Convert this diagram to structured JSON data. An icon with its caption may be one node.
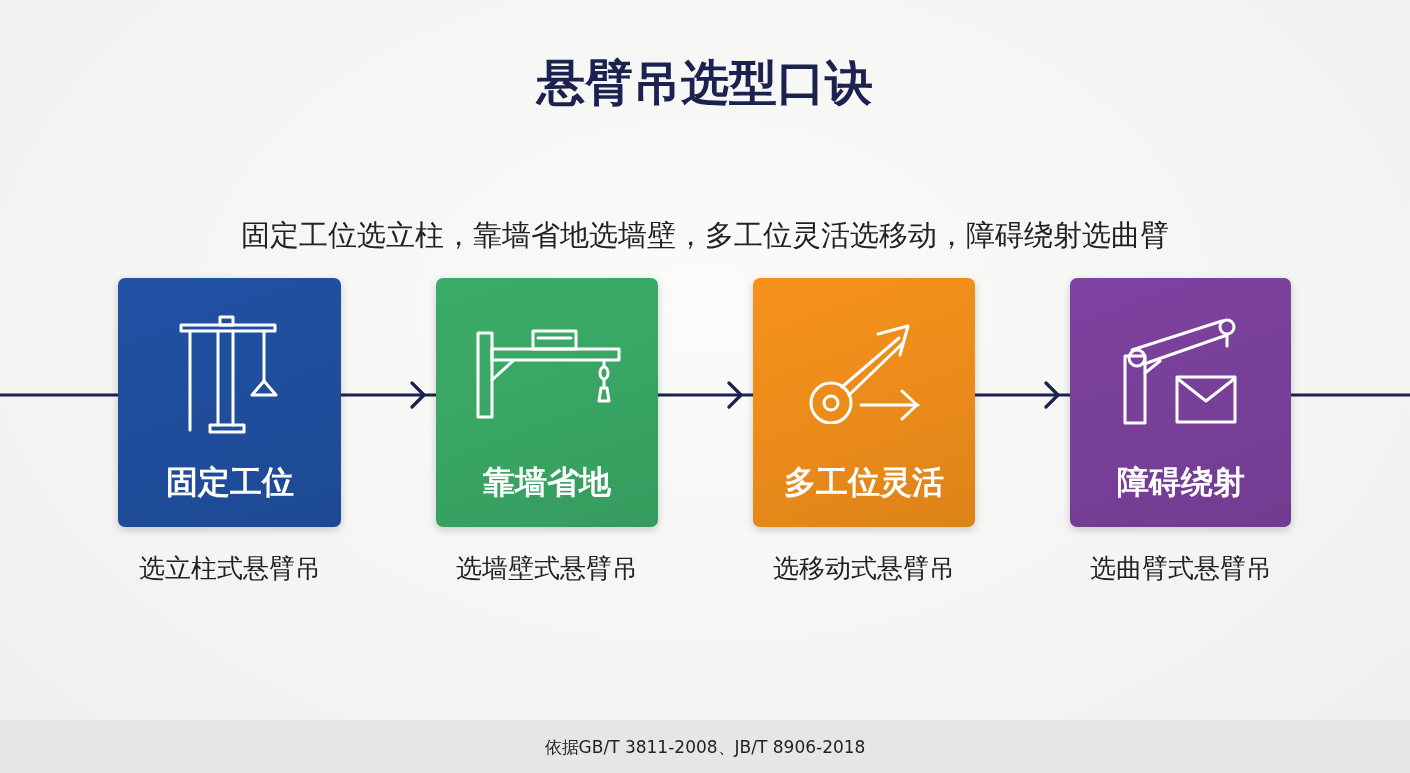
{
  "diagram": {
    "title": "悬臂吊选型口诀",
    "nodes": [
      {
        "text": [
          "固定工位"
        ],
        "beside": [
          "选立柱式悬臂吊"
        ]
      },
      {
        "text": [
          "靠墙省地"
        ],
        "beside": [
          "选墙壁式悬臂吊"
        ]
      },
      {
        "text": [
          "多工位灵活"
        ],
        "beside": [
          "选移动式悬臂吊"
        ]
      },
      {
        "text": [
          "障碍绕射"
        ],
        "beside": [
          "选曲臂式悬臂吊"
        ]
      }
    ],
    "edges": [
      {
        "from": null,
        "to": 0,
        "arrow": "none"
      },
      {
        "from": 0,
        "to": 1,
        "arrow": "to"
      },
      {
        "from": 1,
        "to": 2,
        "arrow": "to"
      },
      {
        "from": 2,
        "to": 3,
        "arrow": "to"
      },
      {
        "from": 3,
        "to": null,
        "arrow": "none"
      }
    ],
    "labels": [
      "固定工位选立柱，靠墙省地选墙壁，多工位灵活选移动，障碍绕射选曲臂",
      "依据GB/T 3811-2008、JB/T 8906-2018"
    ]
  }
}
